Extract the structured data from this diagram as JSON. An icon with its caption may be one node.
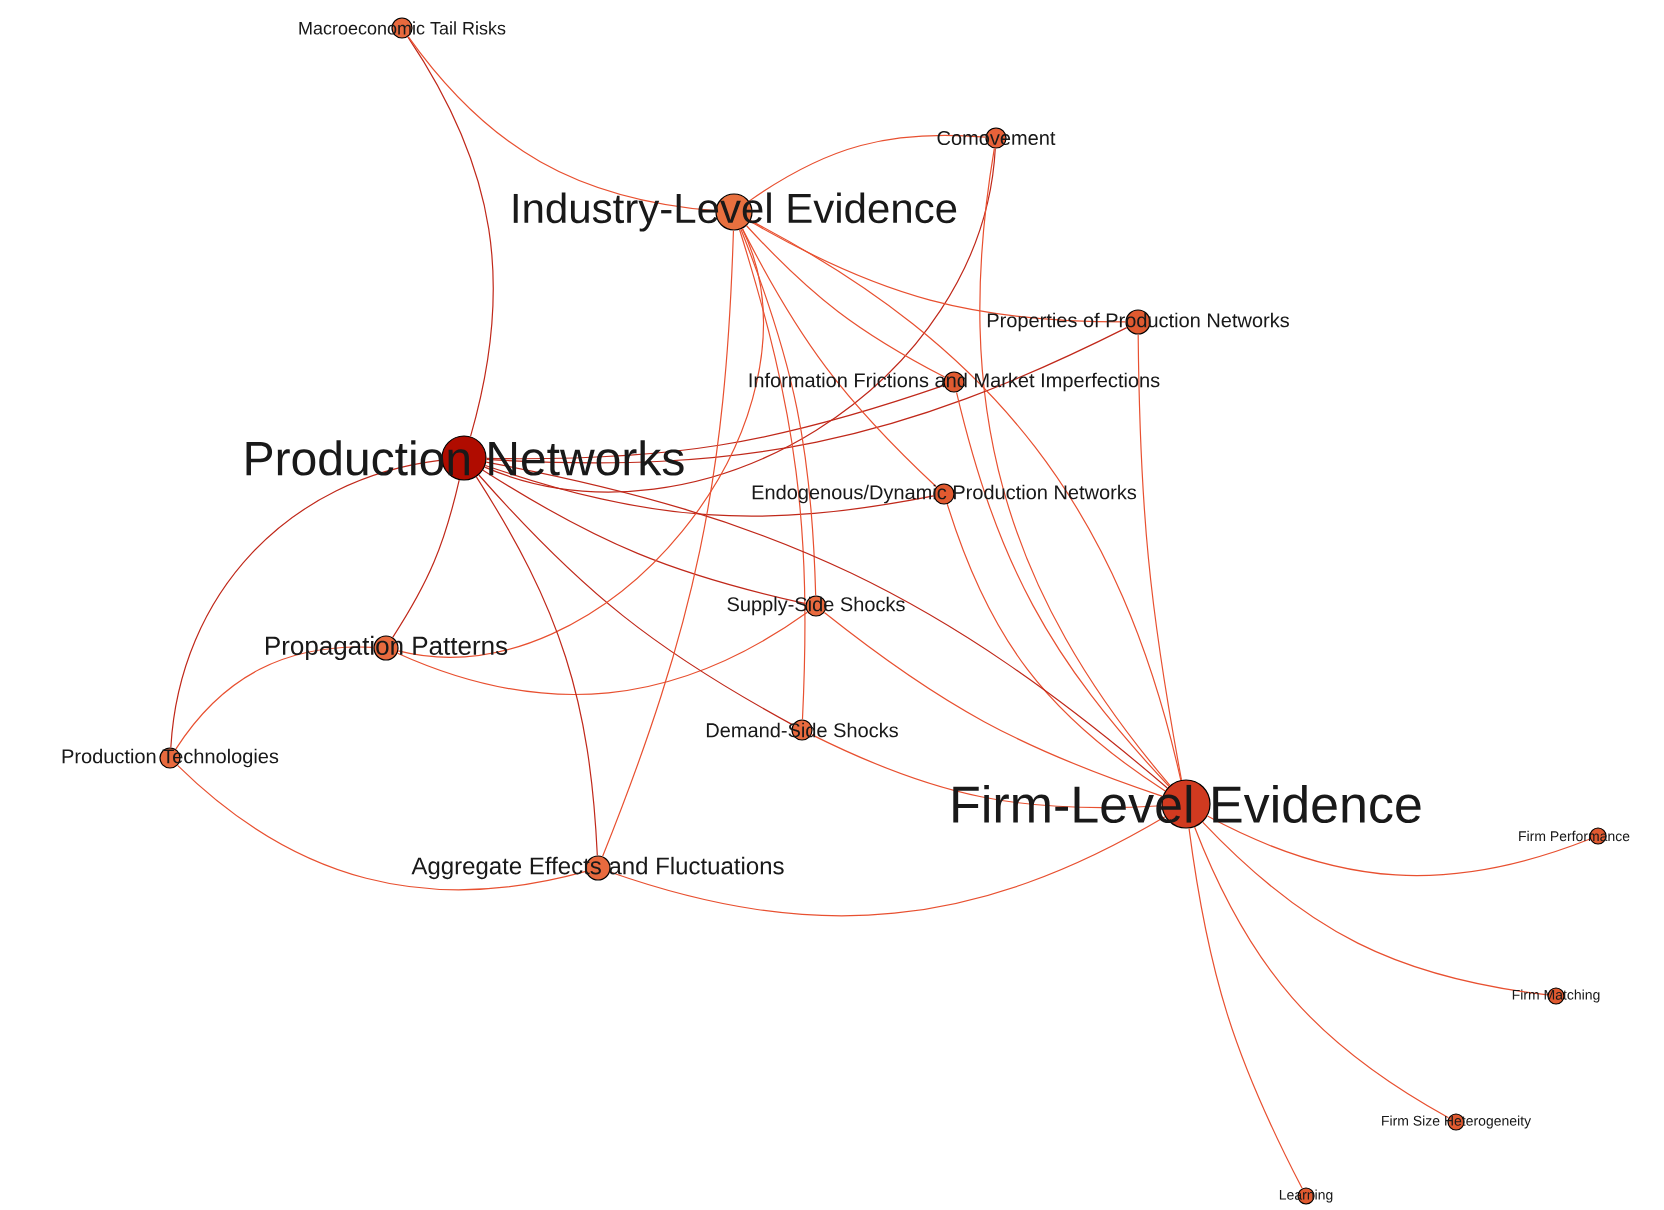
{
  "diagram": {
    "nodes": [
      {
        "text": [
          "Macroeconomic Tail Risks"
        ]
      },
      {
        "text": [
          "Comovement"
        ]
      },
      {
        "text": [
          "Industry-Level Evidence"
        ]
      },
      {
        "text": [
          "Properties of Production Networks"
        ]
      },
      {
        "text": [
          "Information Frictions and Market Imperfections"
        ]
      },
      {
        "text": [
          "Production Networks"
        ]
      },
      {
        "text": [
          "Endogenous/Dynamic Production Networks"
        ]
      },
      {
        "text": [
          "Supply-Side Shocks"
        ]
      },
      {
        "text": [
          "Propagation Patterns"
        ]
      },
      {
        "text": [
          "Demand-Side Shocks"
        ]
      },
      {
        "text": [
          "Production Technologies"
        ]
      },
      {
        "text": [
          "Firm-Level Evidence"
        ]
      },
      {
        "text": [
          "Aggregate Effects and Fluctuations"
        ]
      },
      {
        "text": [
          "Firm Performance"
        ]
      },
      {
        "text": [
          "Firm Matching"
        ]
      },
      {
        "text": [
          "Firm Size Heterogeneity"
        ]
      },
      {
        "text": [
          "Learning"
        ]
      }
    ],
    "edges": [
      {
        "from": 0,
        "to": 5,
        "arrow": "none",
        "color": "#c0281a"
      },
      {
        "from": 0,
        "to": 2,
        "arrow": "none"
      },
      {
        "from": 1,
        "to": 2,
        "arrow": "none"
      },
      {
        "from": 5,
        "to": 1,
        "arrow": "none",
        "color": "#c0281a"
      },
      {
        "from": 1,
        "to": 11,
        "arrow": "none"
      },
      {
        "from": 2,
        "to": 3,
        "arrow": "none"
      },
      {
        "from": 5,
        "to": 3,
        "arrow": "none",
        "color": "#c0281a"
      },
      {
        "from": 3,
        "to": 11,
        "arrow": "none"
      },
      {
        "from": 2,
        "to": 4,
        "arrow": "none"
      },
      {
        "from": 5,
        "to": 4,
        "arrow": "none",
        "color": "#c0281a"
      },
      {
        "from": 4,
        "to": 11,
        "arrow": "none"
      },
      {
        "from": 2,
        "to": 6,
        "arrow": "none"
      },
      {
        "from": 5,
        "to": 6,
        "arrow": "none",
        "color": "#c0281a"
      },
      {
        "from": 6,
        "to": 11,
        "arrow": "none"
      },
      {
        "from": 2,
        "to": 7,
        "arrow": "none"
      },
      {
        "from": 5,
        "to": 7,
        "arrow": "none",
        "color": "#c0281a"
      },
      {
        "from": 7,
        "to": 11,
        "arrow": "none"
      },
      {
        "from": 8,
        "to": 7,
        "arrow": "none"
      },
      {
        "from": 2,
        "to": 9,
        "arrow": "none"
      },
      {
        "from": 5,
        "to": 9,
        "arrow": "none",
        "color": "#c0281a"
      },
      {
        "from": 9,
        "to": 11,
        "arrow": "none"
      },
      {
        "from": 5,
        "to": 8,
        "arrow": "none",
        "color": "#c0281a"
      },
      {
        "from": 2,
        "to": 8,
        "arrow": "none"
      },
      {
        "from": 10,
        "to": 8,
        "arrow": "none"
      },
      {
        "from": 5,
        "to": 10,
        "arrow": "none",
        "color": "#c0281a"
      },
      {
        "from": 10,
        "to": 12,
        "arrow": "none"
      },
      {
        "from": 5,
        "to": 12,
        "arrow": "none",
        "color": "#c0281a"
      },
      {
        "from": 2,
        "to": 12,
        "arrow": "none"
      },
      {
        "from": 12,
        "to": 11,
        "arrow": "none"
      },
      {
        "from": 5,
        "to": 11,
        "arrow": "none",
        "color": "#c0281a"
      },
      {
        "from": 2,
        "to": 11,
        "arrow": "none"
      },
      {
        "from": 11,
        "to": 13,
        "arrow": "none"
      },
      {
        "from": 11,
        "to": 14,
        "arrow": "none"
      },
      {
        "from": 11,
        "to": 15,
        "arrow": "none"
      },
      {
        "from": 11,
        "to": 16,
        "arrow": "none"
      }
    ]
  }
}
